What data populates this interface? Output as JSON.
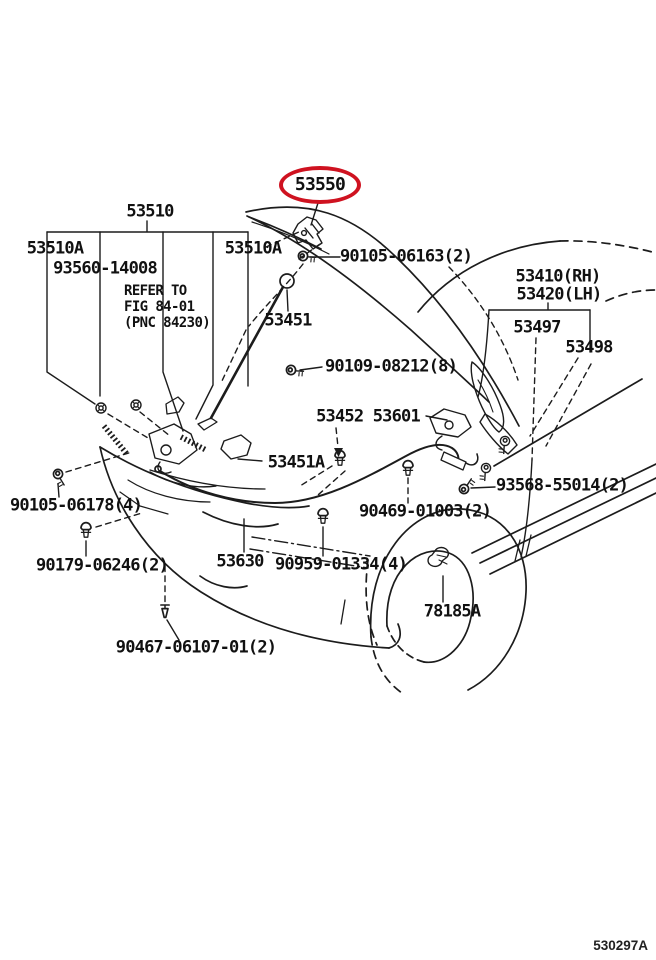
{
  "page": {
    "background": "#ffffff",
    "footer_code": "530297A"
  },
  "highlight": {
    "part_number": "53550",
    "circle_color": "#cf1220"
  },
  "drawing": {
    "line_color": "#1c1c1c",
    "subject": "hood-and-front-end-exploded-view"
  },
  "labels": {
    "l53510": {
      "text": "53510"
    },
    "l53510a_left": {
      "text": "53510A"
    },
    "l93560": {
      "text": "93560-14008"
    },
    "l53510a_right": {
      "text": "53510A"
    },
    "l90105_06163": {
      "text": "90105-06163(2)"
    },
    "l53410": {
      "text": "53410(RH)"
    },
    "l53420": {
      "text": "53420(LH)"
    },
    "l53497": {
      "text": "53497"
    },
    "l53498": {
      "text": "53498"
    },
    "l53451": {
      "text": "53451"
    },
    "l90109": {
      "text": "90109-08212(8)"
    },
    "l53452_53601": {
      "text": "53452 53601"
    },
    "l53451a": {
      "text": "53451A"
    },
    "l93568": {
      "text": "93568-55014(2)"
    },
    "l90105_06178": {
      "text": "90105-06178(4)"
    },
    "l90469": {
      "text": "90469-01003(2)"
    },
    "l90179": {
      "text": "90179-06246(2)"
    },
    "l53630": {
      "text": "53630"
    },
    "l90959": {
      "text": "90959-01334(4)"
    },
    "l78185a": {
      "text": "78185A"
    },
    "l90467": {
      "text": "90467-06107-01(2)"
    }
  },
  "note": {
    "line1": "REFER TO",
    "line2": "FIG 84-01",
    "line3": "(PNC 84230)"
  }
}
